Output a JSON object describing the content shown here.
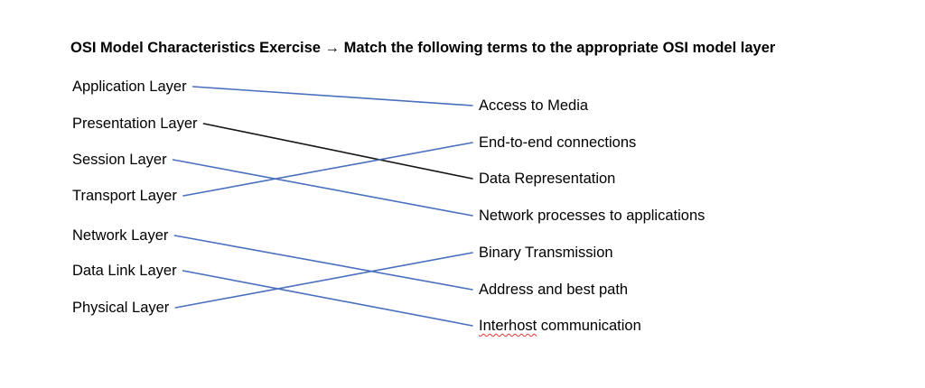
{
  "title": "OSI Model Characteristics Exercise → Match the following terms to the appropriate OSI model layer",
  "colors": {
    "background": "#ffffff",
    "text": "#000000",
    "line_blue": "#4a6fbe",
    "line_black": "#141414",
    "spellcheck_red": "#e0392f"
  },
  "left_items": [
    {
      "label": "Application Layer"
    },
    {
      "label": "Presentation Layer"
    },
    {
      "label": "Session Layer"
    },
    {
      "label": "Transport Layer"
    },
    {
      "label": "Network Layer"
    },
    {
      "label": "Data Link Layer"
    },
    {
      "label": "Physical Layer"
    }
  ],
  "right_items": [
    {
      "label": "Access to Media"
    },
    {
      "label": "End-to-end connections"
    },
    {
      "label": "Data Representation"
    },
    {
      "label": "Network processes to applications"
    },
    {
      "label": "Binary Transmission"
    },
    {
      "label": "Address and best path"
    },
    {
      "label": "Interhost communication",
      "spellcheck_word": "Interhost",
      "spellcheck_rest": " communication"
    }
  ],
  "connections": [
    {
      "from": "Application Layer",
      "to": "Access to Media",
      "color": "blue"
    },
    {
      "from": "Presentation Layer",
      "to": "Data Representation",
      "color": "black"
    },
    {
      "from": "Session Layer",
      "to": "Network processes to applications",
      "color": "blue"
    },
    {
      "from": "Transport Layer",
      "to": "End-to-end connections",
      "color": "blue"
    },
    {
      "from": "Network Layer",
      "to": "Address and best path",
      "color": "blue"
    },
    {
      "from": "Data Link Layer",
      "to": "Interhost communication",
      "color": "blue"
    },
    {
      "from": "Physical Layer",
      "to": "Binary Transmission",
      "color": "blue"
    }
  ]
}
